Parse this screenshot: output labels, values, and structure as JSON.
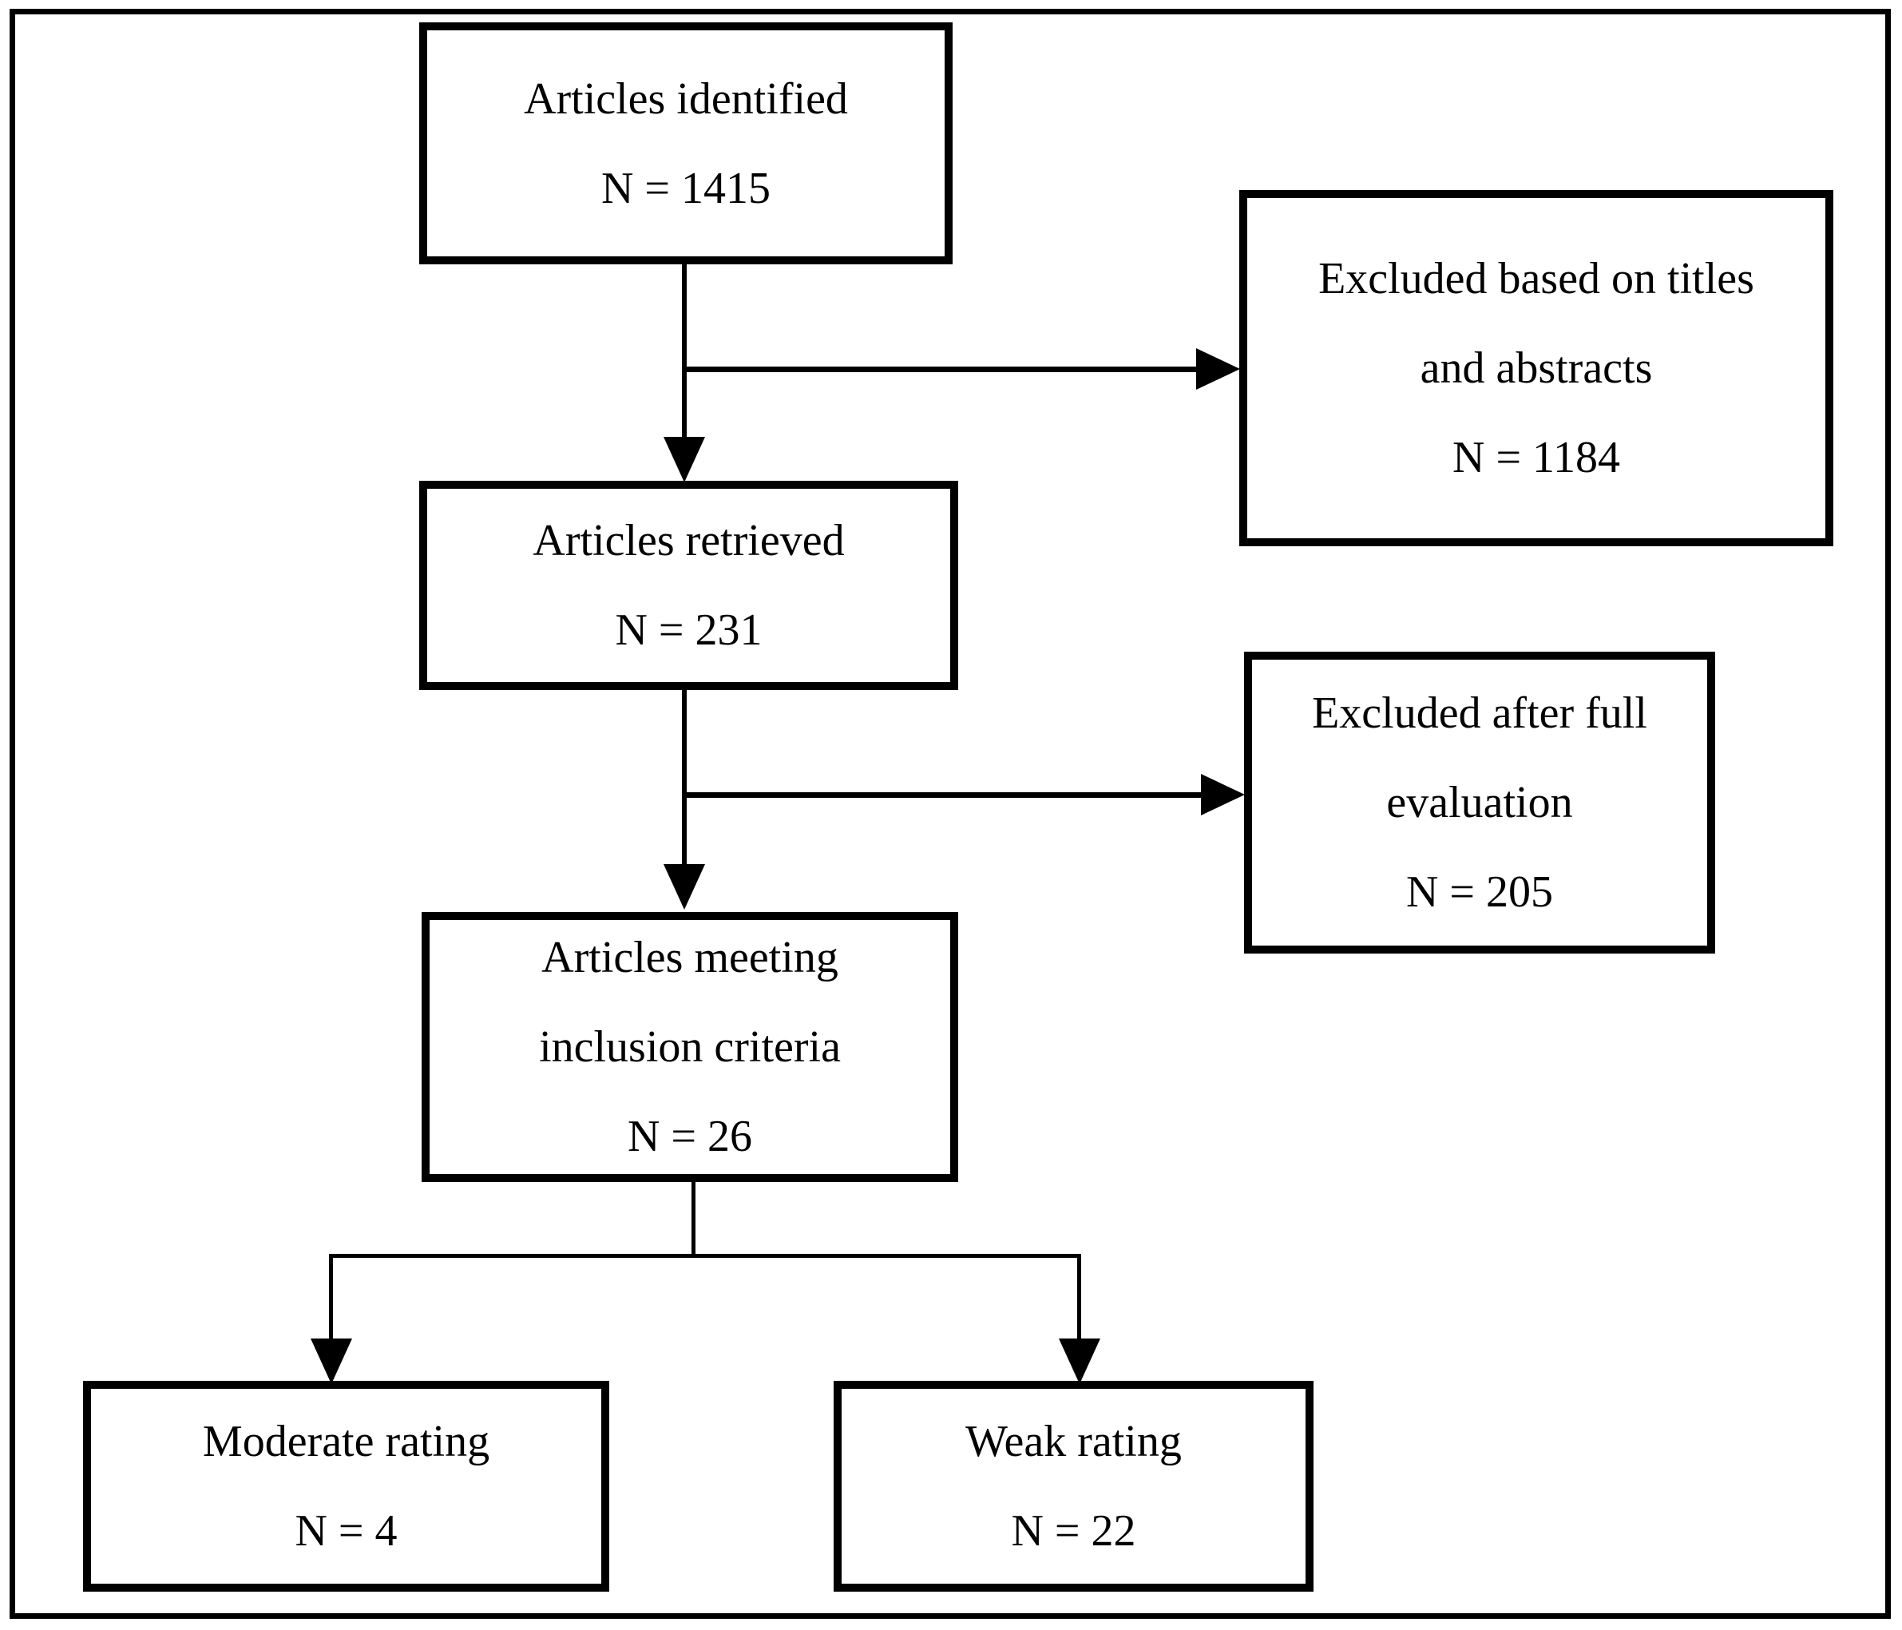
{
  "figure": {
    "type": "flow-diagram",
    "description": "Article selection flow diagram with counts at each screening stage"
  },
  "colors": {
    "background": "#ffffff",
    "line": "#000000",
    "text": "#000000"
  },
  "boxes": [
    {
      "id": "articles-identified",
      "label": "Articles identified",
      "n": "N = 1415"
    },
    {
      "id": "excluded-titles-abstracts",
      "label": "Excluded based on titles and abstracts",
      "n": "N = 1184"
    },
    {
      "id": "articles-retrieved",
      "label": "Articles retrieved",
      "n": "N = 231"
    },
    {
      "id": "excluded-full-evaluation",
      "label": "Excluded after full evaluation",
      "n": "N = 205"
    },
    {
      "id": "articles-meeting-inclusion",
      "label": "Articles meeting inclusion criteria",
      "n": "N = 26"
    },
    {
      "id": "moderate-rating",
      "label": "Moderate rating",
      "n": "N = 4"
    },
    {
      "id": "weak-rating",
      "label": "Weak rating",
      "n": "N = 22"
    }
  ]
}
